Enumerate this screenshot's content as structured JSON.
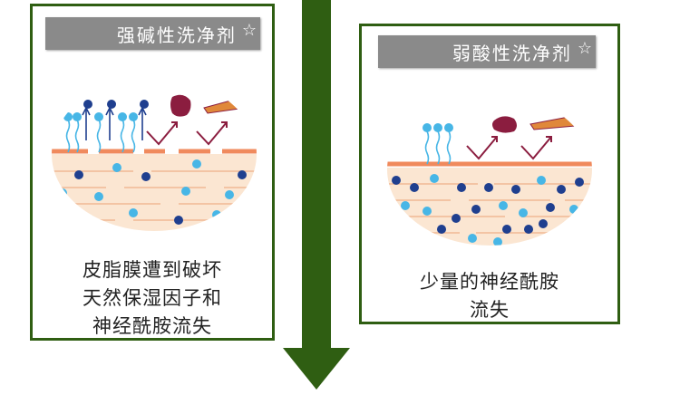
{
  "left_card": {
    "title": "强碱性洗净剂",
    "star": "☆",
    "caption_lines": [
      "皮脂膜遭到破坏",
      "天然保湿因子和",
      "神经酰胺流失"
    ]
  },
  "right_card": {
    "title": "弱酸性洗净剂",
    "star": "☆",
    "caption_lines": [
      "少量的神经酰胺",
      "流失"
    ]
  },
  "colors": {
    "arrow": "#2f5e12",
    "border": "#2f5e12",
    "label_bg": "#8a8a8a",
    "skin_bg": "#fbe6d2",
    "skin_line": "#f08a5d",
    "dot_dark": "#1f3f8f",
    "dot_light": "#47b6e6",
    "lipid": "#8b1d3f",
    "ceramide": "#e0883a"
  }
}
